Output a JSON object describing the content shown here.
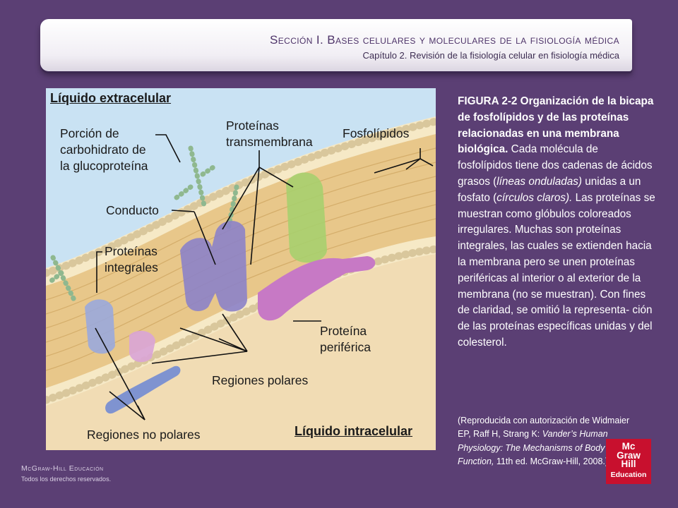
{
  "header": {
    "section": "Sección I.  Bases celulares y moleculares de la fisiología médica",
    "chapter": "Capítulo 2.  Revisión de la fisiología celular en fisiología médica"
  },
  "figure": {
    "labels": {
      "extracellular": "Líquido extracelular",
      "intracellular": "Líquido intracelular",
      "carbohydrate_1": "Porción de",
      "carbohydrate_2": "carbohidrato de",
      "carbohydrate_3": "la glucoproteína",
      "transmembrane_1": "Proteínas",
      "transmembrane_2": "transmembrana",
      "phospholipids": "Fosfolípidos",
      "channel": "Conducto",
      "integral_1": "Proteínas",
      "integral_2": "integrales",
      "peripheral_1": "Proteína",
      "peripheral_2": "periférica",
      "polar": "Regiones polares",
      "nonpolar": "Regiones no polares"
    },
    "colors": {
      "extracellular": "#c9e2f3",
      "cytoplasm": "#f1dcb4",
      "lipid_head": "#f6e9c6",
      "lipid_tail": "#e8c78a",
      "channel_protein": "#8c82c8",
      "transmembrane_protein": "#a7cf6e",
      "peripheral_protein": "#c779c5",
      "integral_protein": "#9aa8dc",
      "sugar_chain": "#8fb88f"
    }
  },
  "caption": {
    "label": "FIGURA 2-2",
    "title": " Organización de la bicapa de fosfolípidos y de las proteínas relacionadas en una membrana biológica.",
    "t1": " Cada molécula de fosfolípidos tiene dos cadenas de ácidos grasos (",
    "i1": "líneas onduladas)",
    "t2": "  unidas a un fosfato (",
    "i2": "círculos claros).",
    "t3": "  Las proteínas se muestran como glóbulos coloreados irregulares. Muchas son proteínas integrales, las cuales se extienden hacia la membrana pero se unen proteínas periféricas al interior o al exterior de la membrana (no se muestran). Con fines de claridad, se omitió la representa- ción de las proteínas específicas unidas y del colesterol."
  },
  "credit": {
    "t1": "(Reproducida con autorización de Widmaier EP, Raff H, Strang K: ",
    "book": "Vander’s Human Physiology: The Mechanisms of Body Function,",
    "t2": "  11th ed. McGraw-Hill, 2008.)"
  },
  "publisher": {
    "name": "McGraw-Hill Educación",
    "rights": "Todos los derechos reservados.",
    "logo_line1": "Mc",
    "logo_line2": "Graw",
    "logo_line3": "Hill",
    "logo_line4": "Education"
  }
}
